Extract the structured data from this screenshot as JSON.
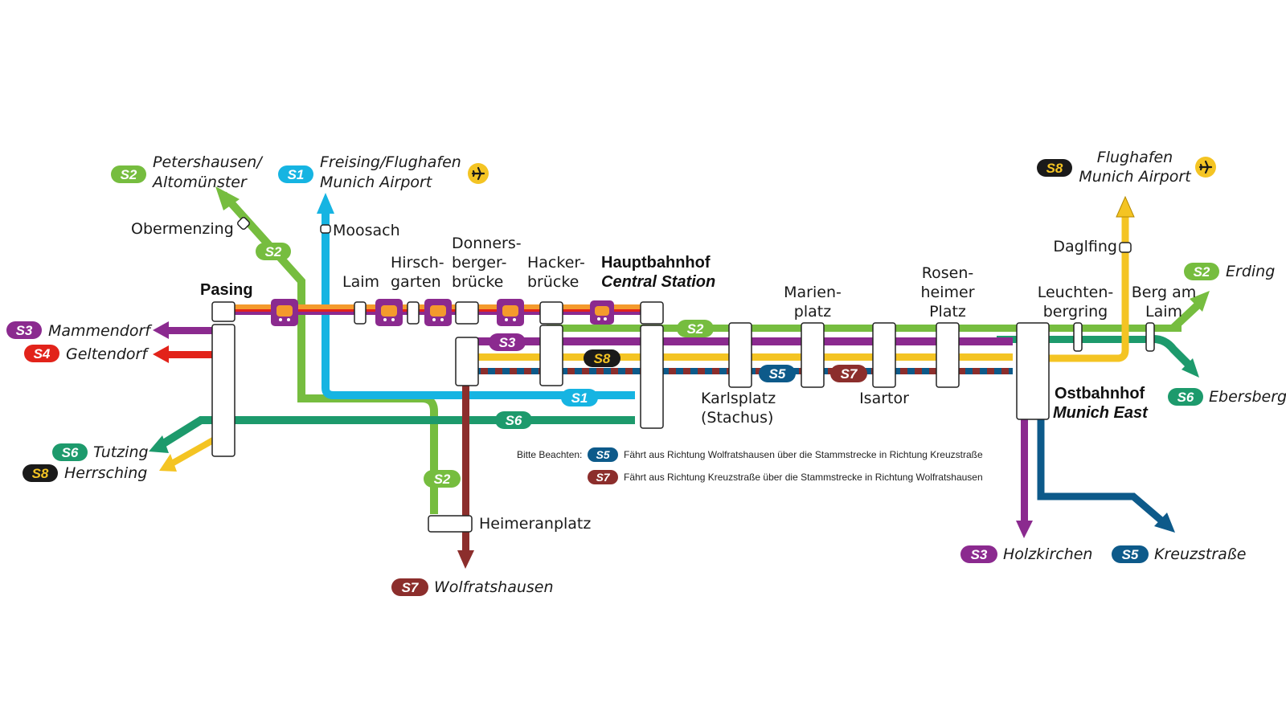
{
  "colors": {
    "S1": "#16b4e2",
    "S2": "#76bd3f",
    "S3": "#8b2a8f",
    "S4": "#e2231a",
    "S5": "#0d5a8a",
    "S6": "#1d9a6c",
    "S7": "#8c2e2c",
    "S8": "#f4c423",
    "S8_badge": "#1a1a1a",
    "orange": "#f49a2c",
    "bus": "#8b2a8f",
    "airport": "#f4c423"
  },
  "lines": {
    "S1": "S1",
    "S2": "S2",
    "S3": "S3",
    "S4": "S4",
    "S5": "S5",
    "S6": "S6",
    "S7": "S7",
    "S8": "S8"
  },
  "destinations": {
    "petershausen_1": "Petershausen/",
    "petershausen_2": "Altomünster",
    "freising_1": "Freising/Flughafen",
    "freising_2": "Munich Airport",
    "flughafen_1": "Flughafen",
    "flughafen_2": "Munich Airport",
    "erding": "Erding",
    "ebersberg": "Ebersberg",
    "mammendorf": "Mammendorf",
    "geltendorf": "Geltendorf",
    "tutzing": "Tutzing",
    "herrsching": "Herrsching",
    "wolfratshausen": "Wolfratshausen",
    "holzkirchen": "Holzkirchen",
    "kreuzstrasse": "Kreuzstraße"
  },
  "stations": {
    "obermenzing": "Obermenzing",
    "moosach": "Moosach",
    "pasing": "Pasing",
    "laim": "Laim",
    "hirschgarten_1": "Hirsch-",
    "hirschgarten_2": "garten",
    "donnersberger_1": "Donners-",
    "donnersberger_2": "berger-",
    "donnersberger_3": "brücke",
    "hacker_1": "Hacker-",
    "hacker_2": "brücke",
    "hbf_1": "Hauptbahnhof",
    "hbf_2": "Central Station",
    "marien_1": "Marien-",
    "marien_2": "platz",
    "rosen_1": "Rosen-",
    "rosen_2": "heimer",
    "rosen_3": "Platz",
    "leuchten_1": "Leuchten-",
    "leuchten_2": "bergring",
    "berg_1": "Berg am",
    "berg_2": "Laim",
    "daglfing": "Daglfing",
    "karlsplatz_1": "Karlsplatz",
    "karlsplatz_2": "(Stachus)",
    "isartor": "Isartor",
    "ost_1": "Ostbahnhof",
    "ost_2": "Munich East",
    "heimeranplatz": "Heimeranplatz"
  },
  "notice": {
    "heading": "Bitte Beachten:",
    "s5_text": "Fährt aus Richtung Wolfratshausen über die Stammstrecke in Richtung Kreuzstraße",
    "s7_text": "Fährt aus Richtung Kreuzstraße über die Stammstrecke in Richtung Wolfratshausen"
  },
  "icons": [
    "airplane-icon",
    "bus-replacement-icon"
  ]
}
